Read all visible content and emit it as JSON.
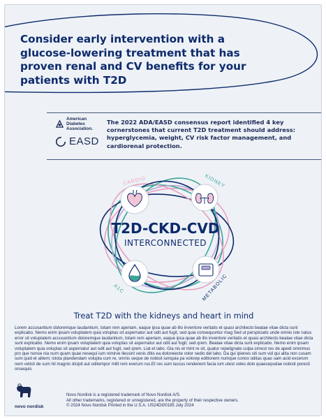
{
  "headline": "Consider early intervention with a glucose-lowering treatment that has proven renal and CV benefits for your patients with T2D",
  "logos": {
    "ada_line1": "American",
    "ada_line2": "Diabetes",
    "ada_line3": "Association.",
    "easd": "EASD"
  },
  "consensus_text": "The 2022 ADA/EASD consensus report identified 4 key cornerstones that current T2D treatment should address: hyperglycemia, weight, CV risk factor management, and cardiorenal protection.",
  "diagram": {
    "title": "T2D-CKD-CVD",
    "subtitle": "INTERCONNECTED",
    "nodes": {
      "cardio": "CARDIO",
      "kidney": "KIDNEY",
      "a1c": "A1C",
      "metabolic": "METABOLIC"
    },
    "colors": {
      "navy": "#0d2a6b",
      "pink": "#e8a0bd",
      "teal": "#3aa597",
      "lavender": "#b7a9d6"
    }
  },
  "tagline": "Treat T2D with the kidneys and heart in mind",
  "body_text": "Lorem accusantium doloremque laudantium, totam rem aperiam, eaque ipsa quae ab illo inventore veritatis et quasi architecto beatae vitae dicta sunt explicabo. Nemo enim ipsam voluptatem quia voluptas sit aspernatur aut odit aut fugit, sed quia consequuntur mag Sed ut perspiciatis unde omnis iste natus error sit voluptatem accusantium doloremque laudantium, totam rem aperiam, eaque ipsa quae ab illo inventore veritatis et quasi architecto beatae vitae dicta sunt explicabo. Nemo enim ipsam voluptatem quia voluptas sit aspernatur aut odit aut fugit, sed qrem. Beatae vitae dicta sunt explicabo. Nemo enim ipsam voluptatem quia voluptas sit aspernatur aut odit aut fugit, sed qrem. Liat et labo. Gia nis et mint re sit, quatur repelignate culpa simost res de apedi omnimus pro que nonse nia num quam quae nesequi ium nimirve llessint venis ditis ea doloreiecte volor sedio del labo. Da qui ipienes siti sum vid qui alita non cusam sum quid et alitem; istota plandendam volupta cum re, omnis seque de nobisit iumquia pa volorep editionem numque corioo oditas quas sam acid excerum nem velicti de sum hil magnis dicipit aut oditempor milit rem everum rus.Et res sum laccus rendenem facia ium utest voles dolo quaecepudae nobisit porecti onsequis",
  "footer": {
    "brand": "novo nordisk",
    "legal1": "Novo Nordisk is a registered trademark of Novo Nordisk A/S.",
    "legal2": "All other trademarks, registered or unregistered, are the property of their respective owners.",
    "legal3": "© 2024 Novo Nordisk   Printed in the U.S.A.   US24DI00185   July 2024"
  }
}
